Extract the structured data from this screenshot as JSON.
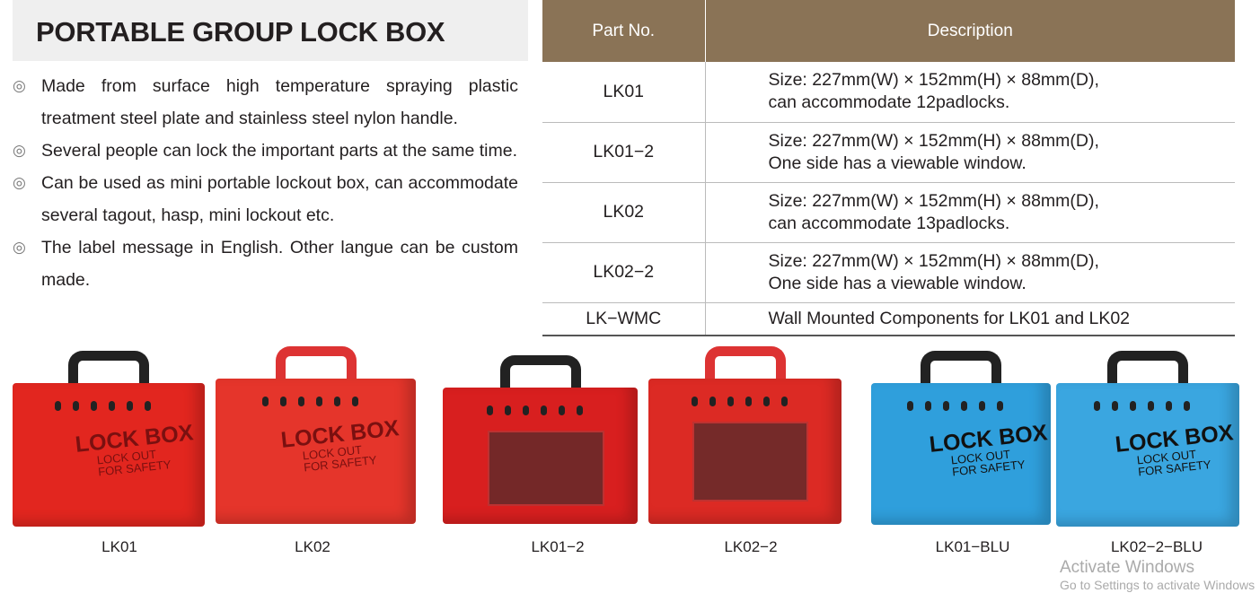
{
  "title": "PORTABLE GROUP LOCK BOX",
  "bullets": [
    "Made from surface high temperature spraying plastic treatment steel plate and stainless steel nylon handle.",
    "Several people can lock the important parts at the same time.",
    "Can be used as mini portable lockout box, can accommodate several tagout, hasp, mini lockout etc.",
    "The label message in English. Other langue can be custom made."
  ],
  "bullet_marker": "◎",
  "table": {
    "headers": [
      "Part No.",
      "Description"
    ],
    "rows": [
      {
        "part": "LK01",
        "desc1": "Size: 227mm(W) × 152mm(H) × 88mm(D),",
        "desc2": "can accommodate 12padlocks."
      },
      {
        "part": "LK01−2",
        "desc1": "Size: 227mm(W) × 152mm(H) × 88mm(D),",
        "desc2": "One side has a viewable window."
      },
      {
        "part": "LK02",
        "desc1": "Size: 227mm(W) × 152mm(H) × 88mm(D),",
        "desc2": "can accommodate 13padlocks."
      },
      {
        "part": "LK02−2",
        "desc1": "Size: 227mm(W) × 152mm(H) × 88mm(D),",
        "desc2": "One side has a viewable window."
      },
      {
        "part": "LK−WMC",
        "desc1": "Wall Mounted Components for LK01 and LK02",
        "desc2": ""
      }
    ]
  },
  "box_logo": {
    "line1": "LOCK BOX",
    "line2": "LOCK OUT",
    "line3": "FOR SAFETY"
  },
  "products": [
    {
      "label": "LK01",
      "color": "#e2261f"
    },
    {
      "label": "LK02",
      "color": "#e5352b"
    },
    {
      "label": "LK01−2",
      "color": "#d81f1f"
    },
    {
      "label": "LK02−2",
      "color": "#dc2a24"
    },
    {
      "label": "LK01−BLU",
      "color": "#2f9fdc"
    },
    {
      "label": "LK02−2−BLU",
      "color": "#3aa6e0"
    }
  ],
  "watermark": {
    "line1": "Activate Windows",
    "line2": "Go to Settings to activate Windows"
  },
  "colors": {
    "header_bg": "#8a7356",
    "title_bg": "#efefef"
  }
}
